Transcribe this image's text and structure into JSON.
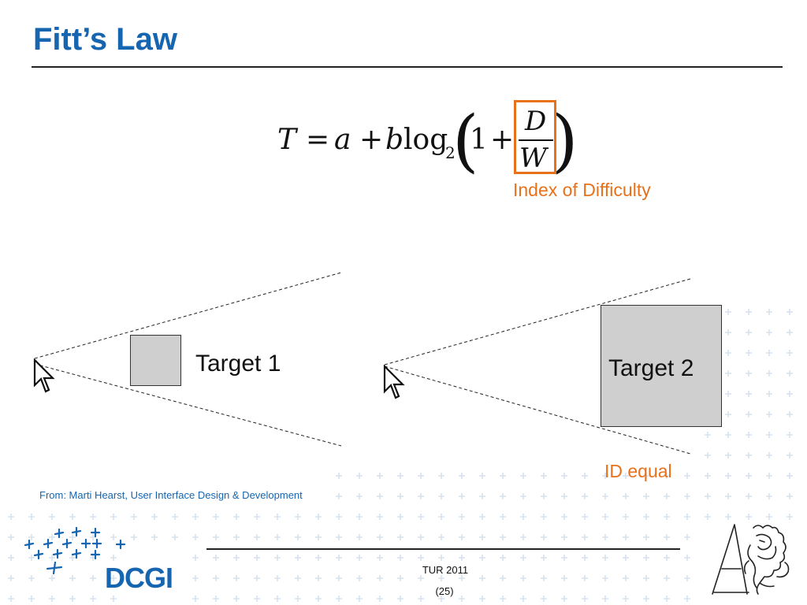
{
  "slide": {
    "title": "Fitt’s Law",
    "formula": {
      "lhs": "T",
      "eq": "=",
      "a": "a",
      "plus": "+",
      "b": "b",
      "log": "log",
      "log_base": "2",
      "one": "1",
      "numerator": "D",
      "denominator": "W"
    },
    "annotation_id": "Index of Difficulty",
    "annotation_equal": "ID equal",
    "target1_label": "Target 1",
    "target2_label": "Target 2",
    "source": "From: Marti Hearst, User Interface Design & Development",
    "footer": {
      "course": "TUR 2011",
      "page": "(25)"
    },
    "logo_text": "DCGI"
  },
  "colors": {
    "title": "#1565b0",
    "accent": "#e8711b",
    "target_fill": "#cfcfcf",
    "plus_pattern": "#d6e2ee"
  },
  "icons": [
    "cursor-arrow-icon",
    "plus-pattern-background",
    "ctu-lion-logo-icon",
    "dcgi-logo-crosses-icon"
  ]
}
